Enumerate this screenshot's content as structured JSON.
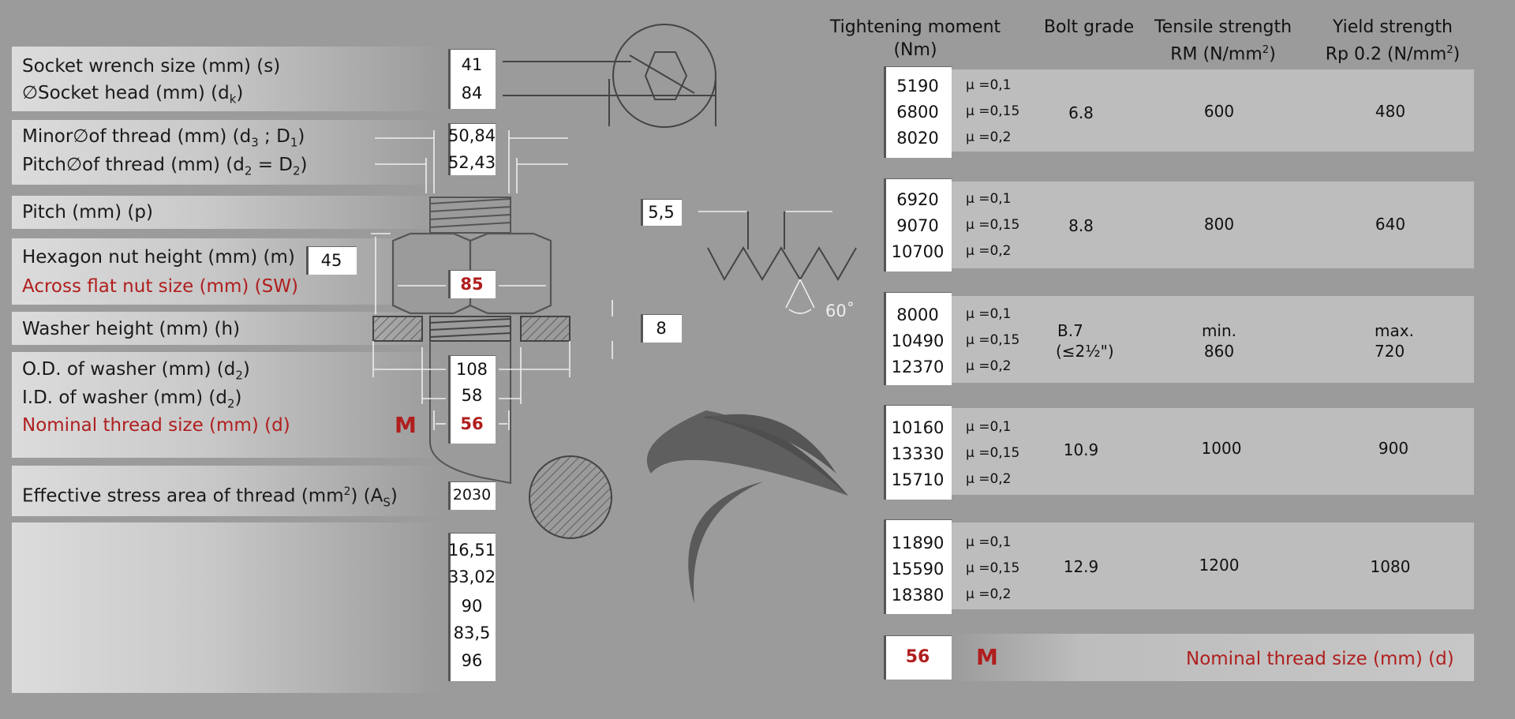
{
  "left_labels": {
    "socket_wrench": "Socket wrench size (mm) (s)",
    "socket_head_sym": "∅",
    "socket_head": "Socket head (mm) (d",
    "socket_head_sub": "k",
    "minor_a": "Minor",
    "minor_sym": "∅",
    "minor_b": "of thread (mm) (d",
    "minor_sub1": "3",
    "minor_c": " ; D",
    "minor_sub2": "1",
    "pitchd_a": "Pitch",
    "pitchd_sym": "∅",
    "pitchd_b": "of thread (mm) (d",
    "pitchd_sub1": "2",
    "pitchd_c": " = D",
    "pitchd_sub2": "2",
    "pitch": "Pitch (mm) (p)",
    "hex_nut_height": "Hexagon nut height (mm) (m)",
    "across_flat": "Across flat nut size (mm) (SW)",
    "washer_height": "Washer height (mm) (h)",
    "od_washer": "O.D. of washer (mm) (d",
    "od_washer_sub": "2",
    "id_washer": "I.D. of washer (mm) (d",
    "id_washer_sub": "2",
    "nominal": "Nominal thread size (mm) (d)",
    "stress_a": "Effective stress area of thread (mm",
    "stress_sup": "2",
    "stress_b": ") (A",
    "stress_sub": "S"
  },
  "left_values": {
    "socket_wrench": "41",
    "socket_head": "84",
    "minor": "50,84",
    "pitch_diam": "52,43",
    "pitch": "5,5",
    "hex_nut_height": "45",
    "across_flat": "85",
    "washer_height": "8",
    "od_washer": "108",
    "id_washer": "58",
    "nominal_prefix": "M",
    "nominal": "56",
    "stress_area": "2030",
    "extra": [
      "16,51",
      "33,02",
      "90",
      "83,5",
      "96"
    ]
  },
  "diagram": {
    "angle": "60˚"
  },
  "table": {
    "headers": {
      "moment_1": "Tightening moment",
      "moment_2": "(Nm)",
      "grade": "Bolt grade",
      "tensile_1": "Tensile strength",
      "tensile_2a": "RM (N/mm",
      "tensile_2sup": "2",
      "tensile_2b": ")",
      "yield_1": "Yield strength",
      "yield_2a": "Rp 0.2 (N/mm",
      "yield_2sup": "2",
      "yield_2b": ")"
    },
    "mu_labels": [
      "μ =0,1",
      "μ =0,15",
      "μ =0,2"
    ],
    "rows": [
      {
        "moments": [
          "5190",
          "6800",
          "8020"
        ],
        "grade": "6.8",
        "tensile": "600",
        "yield": "480"
      },
      {
        "moments": [
          "6920",
          "9070",
          "10700"
        ],
        "grade": "8.8",
        "tensile": "800",
        "yield": "640"
      },
      {
        "moments": [
          "8000",
          "10490",
          "12370"
        ],
        "grade": "B.7",
        "grade2": "(≤2½\")",
        "tensile": "min.",
        "tensile2": "860",
        "yield": "max.",
        "yield2": "720"
      },
      {
        "moments": [
          "10160",
          "13330",
          "15710"
        ],
        "grade": "10.9",
        "tensile": "1000",
        "yield": "900"
      },
      {
        "moments": [
          "11890",
          "15590",
          "18380"
        ],
        "grade": "12.9",
        "tensile": "1200",
        "yield": "1080"
      }
    ],
    "footer": {
      "value": "56",
      "prefix": "M",
      "label": "Nominal thread size (mm) (d)"
    }
  },
  "colors": {
    "background": "#9b9b9b",
    "accent_red": "#b01e1e",
    "band_light": "#dcdcdc",
    "row_band": "#bdbdbd"
  }
}
